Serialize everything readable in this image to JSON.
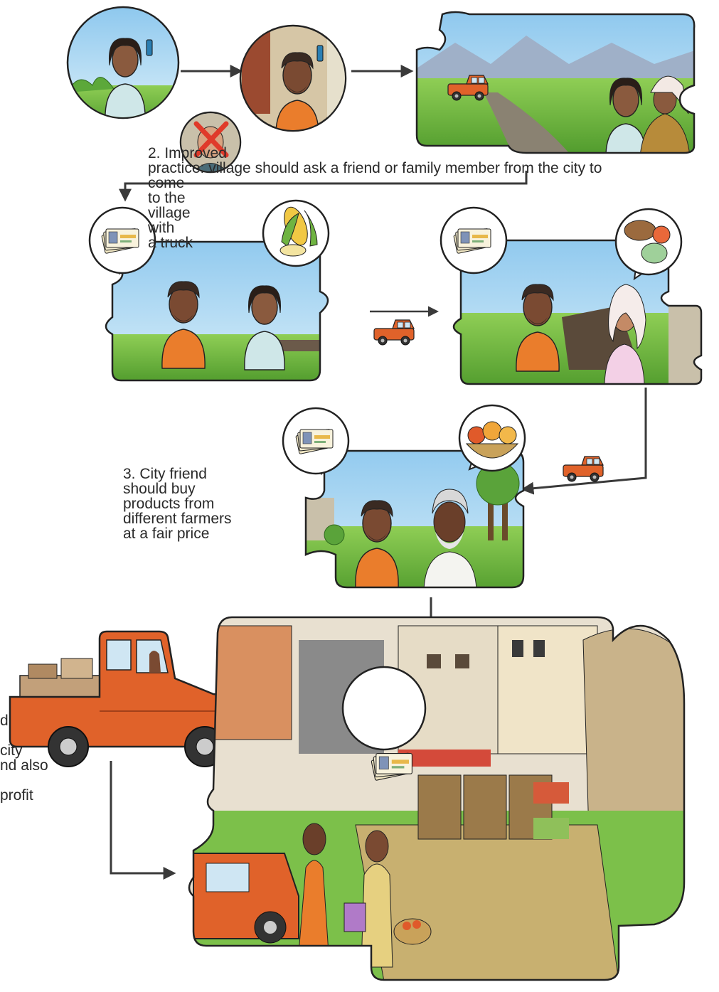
{
  "captions": {
    "step2": "2. Improved\npractice: village should ask a friend or family member from the city to\ncome\nto the\nvillage\nwith\na truck",
    "step3": "3. City friend\nshould buy\nproducts from\ndifferent farmers\nat a fair price",
    "step4_fragment": "d\n\ncity\nnd also\n\nprofit"
  },
  "colors": {
    "sky": "#a9d3ee",
    "grass": "#7cc04a",
    "truck": "#e0622a",
    "skin": "#7a4a32",
    "shirt_orange": "#ea7d2c",
    "outline": "#222222",
    "arrow": "#3a3a3a",
    "cross": "#e03a2a"
  },
  "icons": {
    "phone": "phone-icon",
    "banknote": "banknote-icon",
    "corn": "corn-icon",
    "vegetables": "vegetables-icon",
    "fruit_basket": "fruit-basket-icon",
    "truck": "truck-icon",
    "cross": "cross-icon"
  }
}
